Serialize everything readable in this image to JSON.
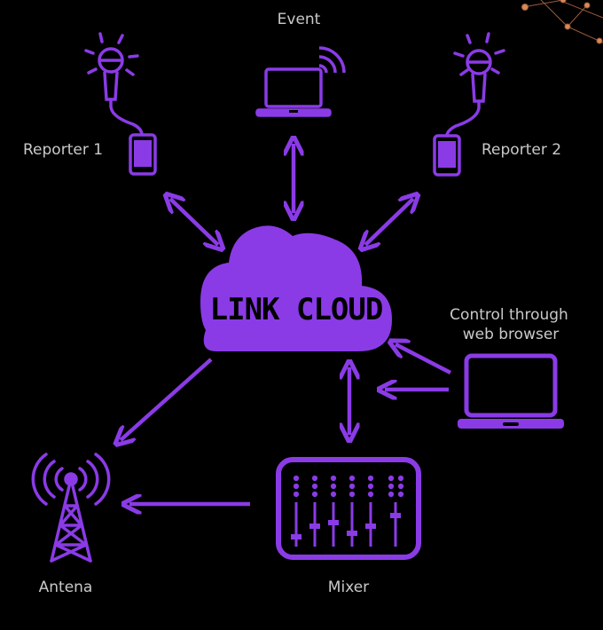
{
  "colors": {
    "accent": "#8a3be6",
    "background": "#000000",
    "label": "#c9c9c9",
    "network_dots": "#d98a5a"
  },
  "center": {
    "label": "LINK CLOUD"
  },
  "nodes": {
    "event": {
      "label": "Event",
      "icon": "laptop-wifi-icon"
    },
    "reporter1": {
      "label": "Reporter 1",
      "icon": "microphone-phone-icon"
    },
    "reporter2": {
      "label": "Reporter 2",
      "icon": "microphone-phone-icon"
    },
    "control": {
      "line1": "Control through",
      "line2": "web browser",
      "icon": "laptop-icon"
    },
    "antenna": {
      "label": "Antena",
      "icon": "antenna-tower-icon"
    },
    "mixer": {
      "label": "Mixer",
      "icon": "mixer-console-icon"
    }
  }
}
